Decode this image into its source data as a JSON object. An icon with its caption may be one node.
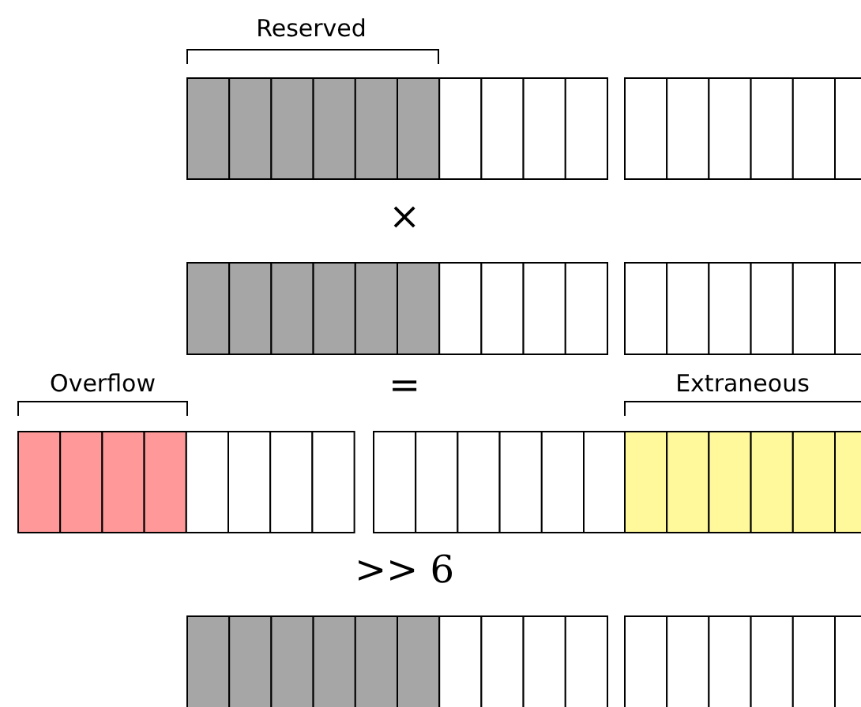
{
  "diagram": {
    "labels": [
      "Reserved",
      "×",
      "Overflow",
      "=",
      "Extraneous",
      ">> 6"
    ]
  }
}
